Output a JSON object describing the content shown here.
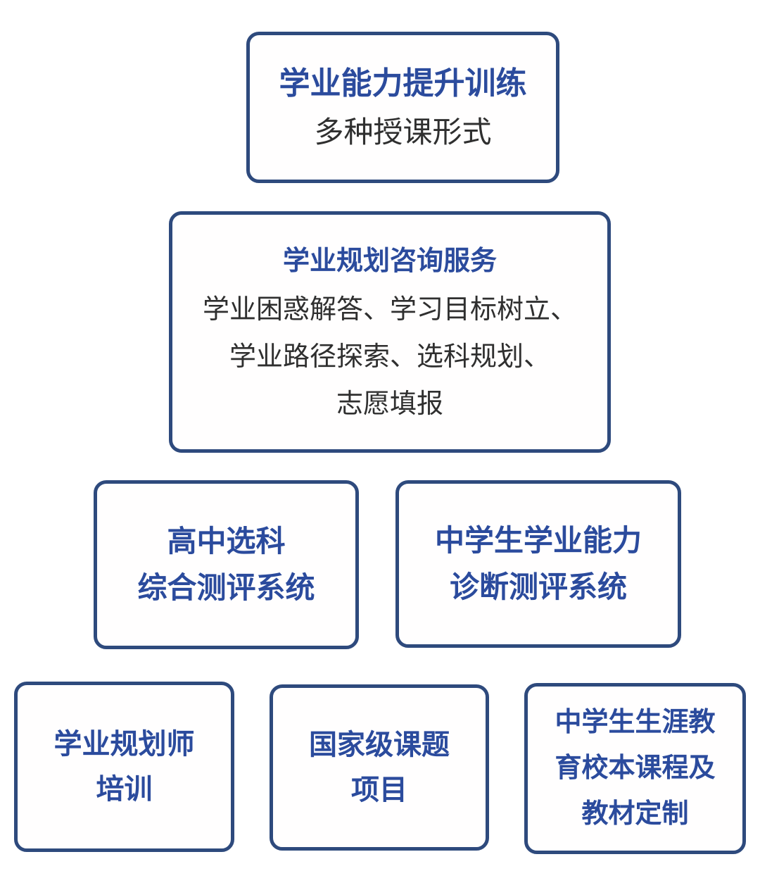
{
  "colors": {
    "box_border": "#2e4a7d",
    "accent_text": "#2b4b9d",
    "body_text": "#2f2f2f",
    "background": "#ffffff"
  },
  "boxes": {
    "ability_training": {
      "title": "学业能力提升训练",
      "subtitle": "多种授课形式"
    },
    "planning_consulting": {
      "title": "学业规划咨询服务",
      "lines": [
        "学业困惑解答、学习目标树立、",
        "学业路径探索、选科规划、",
        "志愿填报"
      ]
    },
    "subject_selection": {
      "lines": [
        "高中选科",
        "综合测评系统"
      ]
    },
    "ability_diagnosis": {
      "lines": [
        "中学生学业能力",
        "诊断测评系统"
      ]
    },
    "planner_training": {
      "lines": [
        "学业规划师",
        "培训"
      ]
    },
    "national_project": {
      "lines": [
        "国家级课题",
        "项目"
      ]
    },
    "career_curriculum": {
      "lines": [
        "中学生生涯教",
        "育校本课程及",
        "教材定制"
      ]
    }
  }
}
